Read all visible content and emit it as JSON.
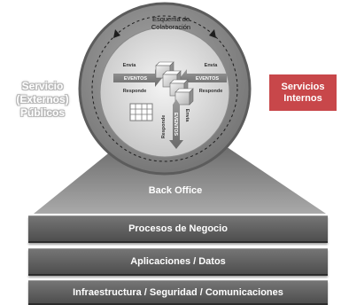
{
  "center": {
    "title_line1": "Esquema de",
    "title_line2": "Colaboración",
    "left_send": "Envía",
    "left_events": "EVENTOS",
    "left_reply": "Responde",
    "right_send": "Envía",
    "right_events": "EVENTOS",
    "right_reply": "Responde",
    "bottom_send": "Envía",
    "bottom_events": "EVENTOS",
    "bottom_reply": "Responde"
  },
  "back_office": "Back Office",
  "left_label": [
    "Servicio",
    "(Externos)",
    "Públicos"
  ],
  "right_label": [
    "Servicios",
    "Internos"
  ],
  "layers": [
    "Procesos de Negocio",
    "Aplicaciones / Datos",
    "Infraestructura / Seguridad / Comunicaciones"
  ],
  "colors": {
    "internal_services_box": "#c8474a",
    "layer_bars": "#5e5e5e",
    "ring": "#6e6e6e"
  }
}
